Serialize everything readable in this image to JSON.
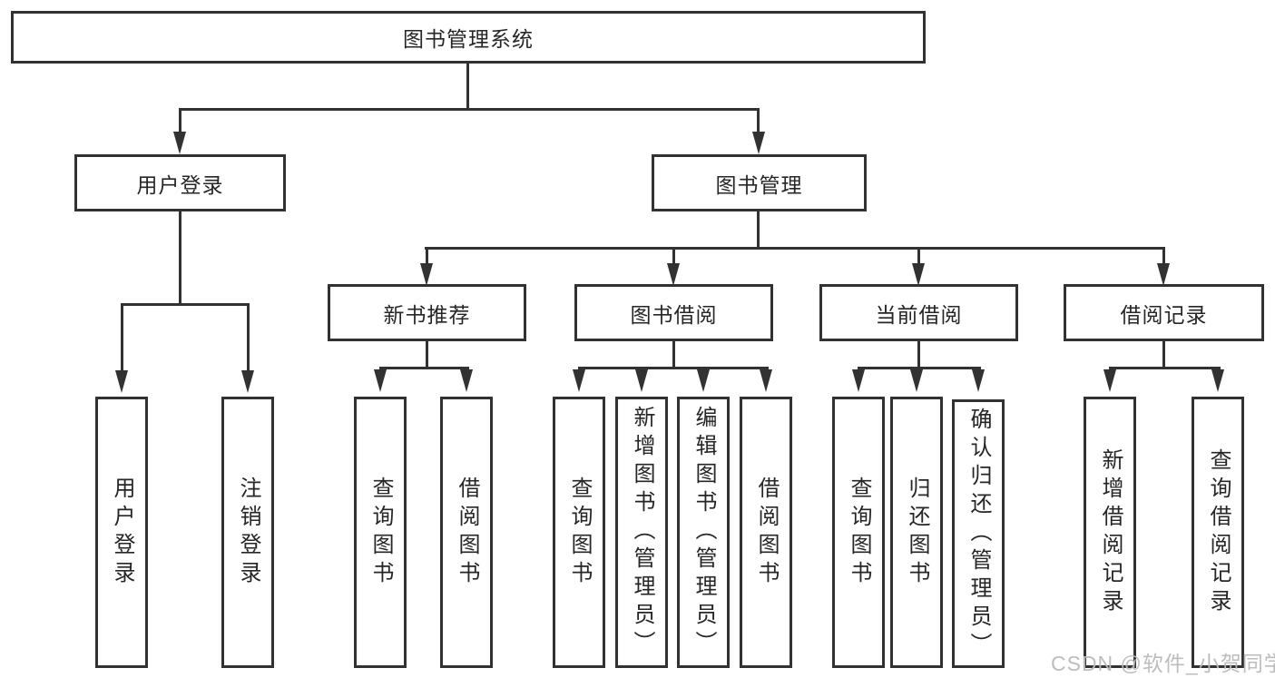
{
  "tree": {
    "root": "图书管理系统",
    "children": [
      {
        "label": "用户登录",
        "children": [
          "用户登录",
          "注销登录"
        ]
      },
      {
        "label": "图书管理",
        "children": [
          {
            "label": "新书推荐",
            "children": [
              "查询图书",
              "借阅图书"
            ]
          },
          {
            "label": "图书借阅",
            "children": [
              "查询图书",
              "新增图书（管理员）",
              "编辑图书（管理员）",
              "借阅图书"
            ]
          },
          {
            "label": "当前借阅",
            "children": [
              "查询图书",
              "归还图书",
              "确认归还（管理员）"
            ]
          },
          {
            "label": "借阅记录",
            "children": [
              "新增借阅记录",
              "查询借阅记录"
            ]
          }
        ]
      }
    ]
  },
  "watermark": "CSDN @软件_小贺同学",
  "colors": {
    "line": "#323232",
    "text": "#262626",
    "watermark": "#b9b9b9",
    "background": "#ffffff"
  }
}
